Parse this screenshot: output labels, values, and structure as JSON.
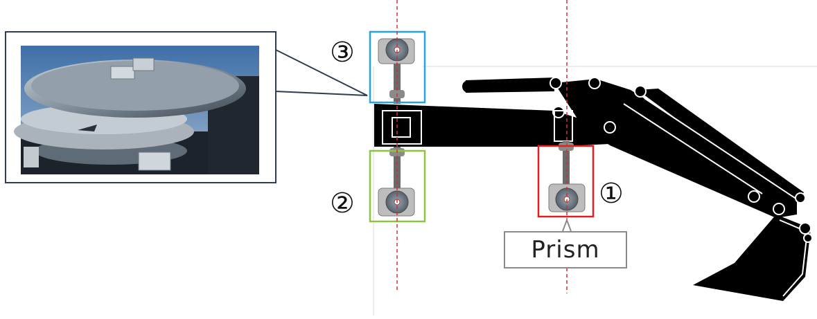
{
  "markers": {
    "one": "①",
    "two": "②",
    "three": "③"
  },
  "prism_label": "Prism",
  "colors": {
    "box_1": "#e02020",
    "box_2": "#8cc63f",
    "box_3": "#29a3e0",
    "centerline": "#d03030",
    "machine": "#000000"
  }
}
